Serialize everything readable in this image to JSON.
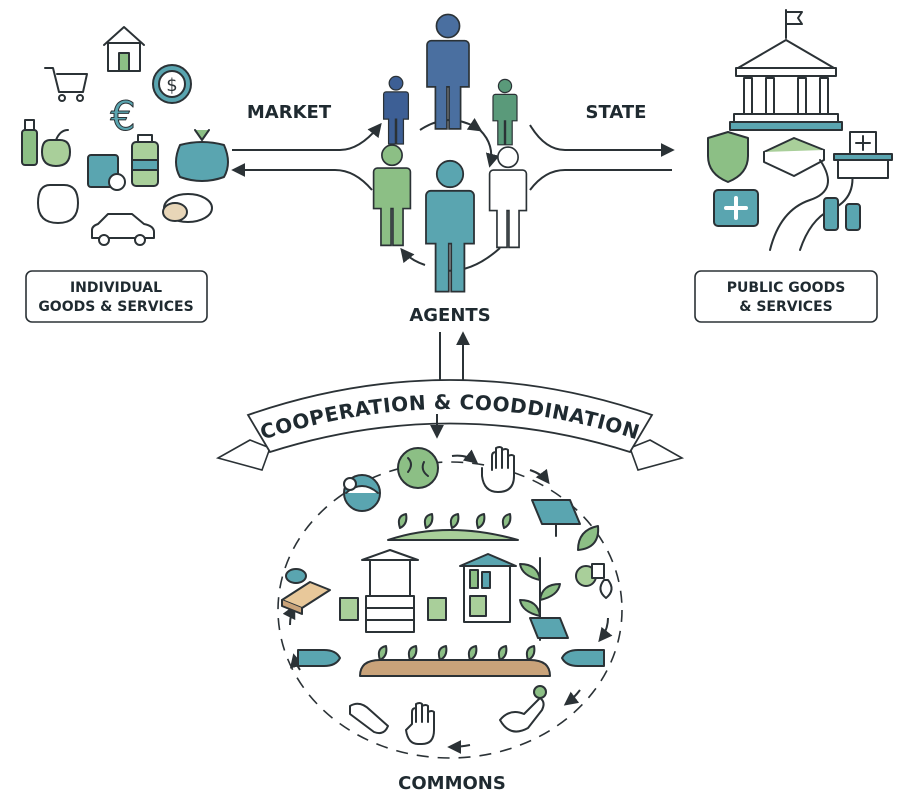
{
  "labels": {
    "market": "MARKET",
    "state": "STATE",
    "agents": "AGENTS",
    "commons": "COMMONS",
    "banner": "COOPERATION & COODDINATION"
  },
  "left_box": {
    "line1": "INDIVIDUAL",
    "line2": "GOODS & SERVICES"
  },
  "right_box": {
    "line1": "PUBLIC GOODS",
    "line2": "& SERVICES"
  },
  "colors": {
    "blue": "#4a6fa0",
    "dark_blue": "#3d5f95",
    "green": "#8cbf85",
    "teal": "#5aa5b0",
    "sage": "#a9cf9a",
    "soil": "#c9a37a",
    "ink": "#2b3236"
  },
  "icons": {
    "left": [
      "house-icon",
      "shopping-cart-icon",
      "dollar-coin-icon",
      "euro-icon",
      "bottle-icon",
      "apple-icon",
      "jar-icon",
      "pumpkin-icon",
      "car-icon",
      "potato-icon"
    ],
    "right": [
      "government-building-icon",
      "shield-icon",
      "book-icon",
      "road-icon",
      "hospital-icon",
      "medical-kit-icon",
      "bottles-icon"
    ],
    "commons": [
      "turtle-globe-icon",
      "earth-icon",
      "hand-icon",
      "solar-panel-icon",
      "leaf-icon",
      "garden-icon",
      "well-icon",
      "bookshelf-icon",
      "plant-icon",
      "hands-icon",
      "fruit-icon",
      "wood-icon"
    ]
  }
}
